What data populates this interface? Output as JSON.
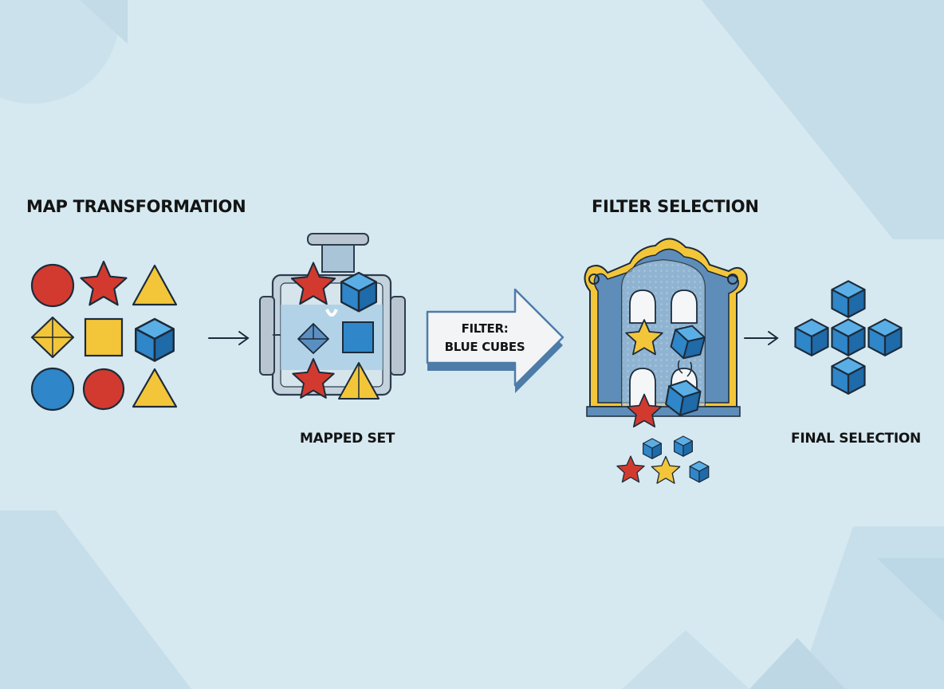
{
  "titles": {
    "map": "MAP TRANSFORMATION",
    "filter": "FILTER SELECTION"
  },
  "labels": {
    "mapped_set": "MAPPED SET",
    "final_selection": "FINAL SELECTION"
  },
  "filter_arrow": {
    "line1": "FILTER:",
    "line2": "BLUE CUBES"
  },
  "colors": {
    "background": "#d6e9f1",
    "red": "#d33a2f",
    "yellow": "#f3c63a",
    "blue": "#2f86c8",
    "outline": "#1d2b3a"
  },
  "input_shapes": [
    {
      "shape": "circle",
      "color": "red"
    },
    {
      "shape": "star",
      "color": "red"
    },
    {
      "shape": "triangle",
      "color": "yellow"
    },
    {
      "shape": "diamond",
      "color": "yellow"
    },
    {
      "shape": "square",
      "color": "yellow"
    },
    {
      "shape": "cube",
      "color": "blue"
    },
    {
      "shape": "circle",
      "color": "blue"
    },
    {
      "shape": "circle",
      "color": "red"
    },
    {
      "shape": "triangle",
      "color": "yellow"
    }
  ]
}
